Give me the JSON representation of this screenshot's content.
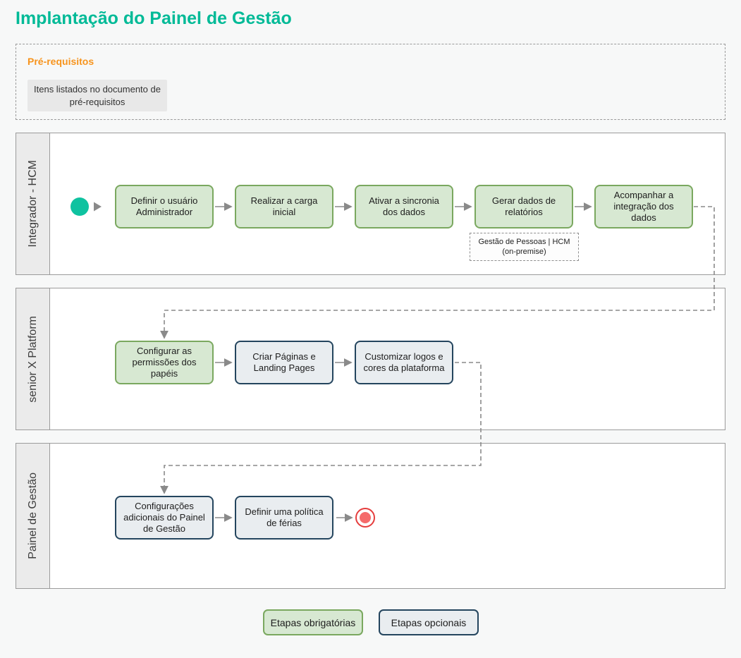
{
  "page": {
    "title": "Implantação do Painel de Gestão"
  },
  "prerequisites": {
    "title": "Pré-requisitos",
    "note": "Itens listados no documento de pré-requisitos"
  },
  "lanes": [
    {
      "label": "Integrador - HCM",
      "steps": [
        {
          "label": "Definir o usuário Administrador",
          "type": "required"
        },
        {
          "label": "Realizar a carga inicial",
          "type": "required"
        },
        {
          "label": "Ativar a sincronia dos dados",
          "type": "required"
        },
        {
          "label": "Gerar dados de relatórios",
          "type": "required",
          "note": "Gestão de Pessoas | HCM (on-premise)"
        },
        {
          "label": "Acompanhar a integração dos dados",
          "type": "required"
        }
      ]
    },
    {
      "label": "senior X Platform",
      "steps": [
        {
          "label": "Configurar as permissões dos papéis",
          "type": "required"
        },
        {
          "label": "Criar Páginas e Landing Pages",
          "type": "optional"
        },
        {
          "label": "Customizar logos e cores da plataforma",
          "type": "optional"
        }
      ]
    },
    {
      "label": "Painel de Gestão",
      "steps": [
        {
          "label": "Configurações adicionais do Painel de Gestão",
          "type": "optional"
        },
        {
          "label": "Definir uma política de férias",
          "type": "optional"
        }
      ]
    }
  ],
  "legend": [
    {
      "label": "Etapas obrigatórias",
      "type": "required"
    },
    {
      "label": "Etapas opcionais",
      "type": "optional"
    }
  ],
  "colors": {
    "title_color": "#00ba97",
    "prereq_title_color": "#f7941d",
    "required_fill": "#d7e8d2",
    "required_border": "#7aa85f",
    "optional_fill": "#e9edf0",
    "optional_border": "#24455e",
    "start_fill": "#0fc2a0",
    "end_border": "#e53d3d",
    "end_fill": "#f56b6b"
  }
}
